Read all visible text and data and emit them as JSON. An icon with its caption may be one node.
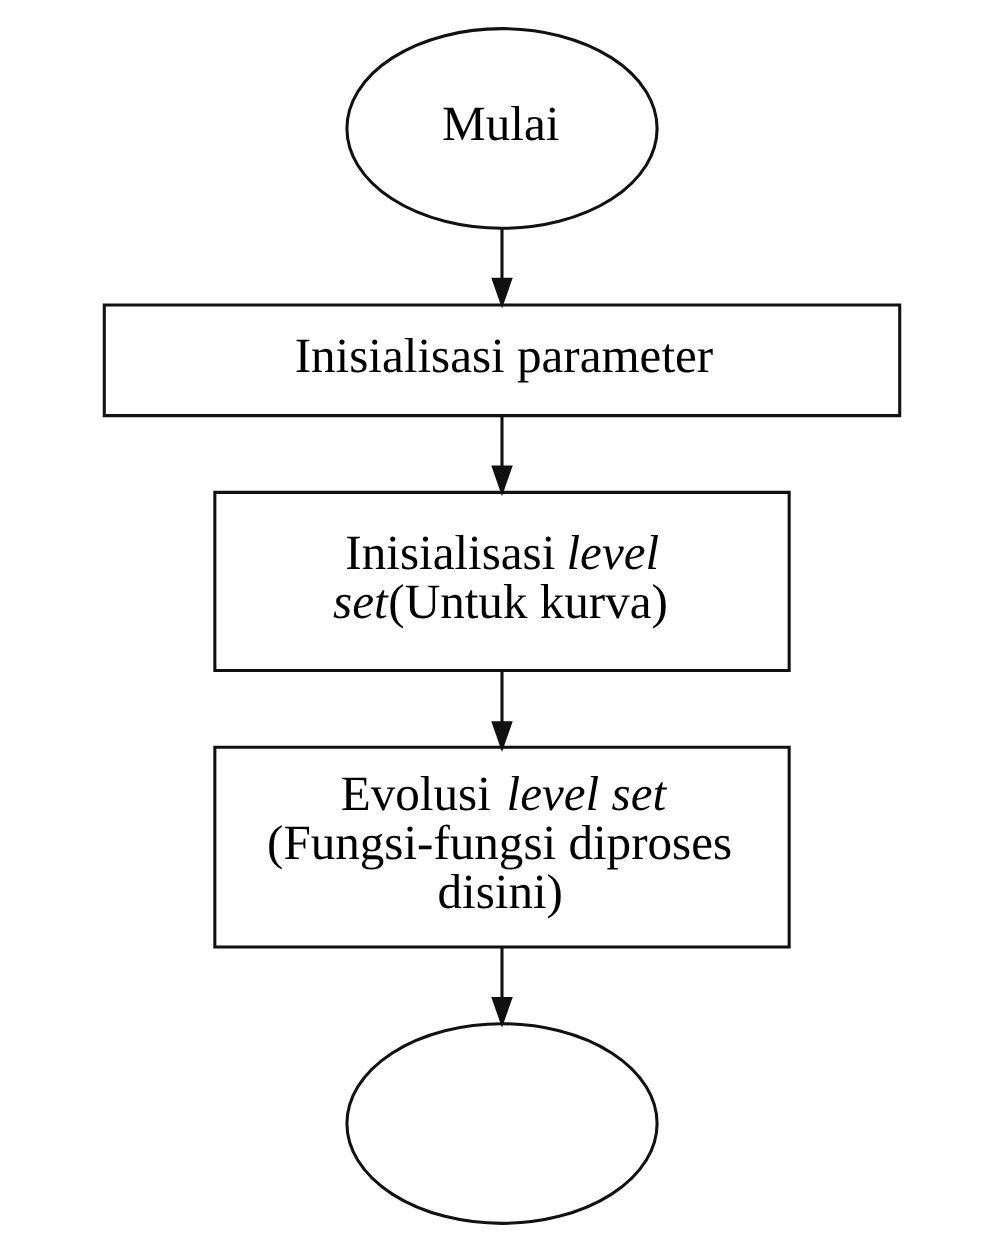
{
  "diagram": {
    "nodes": [
      {
        "text": [
          "Mulai"
        ]
      },
      {
        "text": [
          "Inisialisasi parameter"
        ]
      },
      {
        "text": [
          "Inisialisasi *level set*(Untuk kurva)"
        ]
      },
      {
        "text": [
          "Evolusi *level set* (Fungsi-fungsi diproses disini)"
        ]
      },
      {
        "text": [],
        "shape": "ellipse"
      }
    ],
    "edges": [
      {
        "from": 0,
        "to": 1,
        "arrow": "to"
      },
      {
        "from": 1,
        "to": 2,
        "arrow": "to"
      },
      {
        "from": 2,
        "to": 3,
        "arrow": "to"
      },
      {
        "from": 3,
        "to": 4,
        "arrow": "to"
      }
    ]
  }
}
